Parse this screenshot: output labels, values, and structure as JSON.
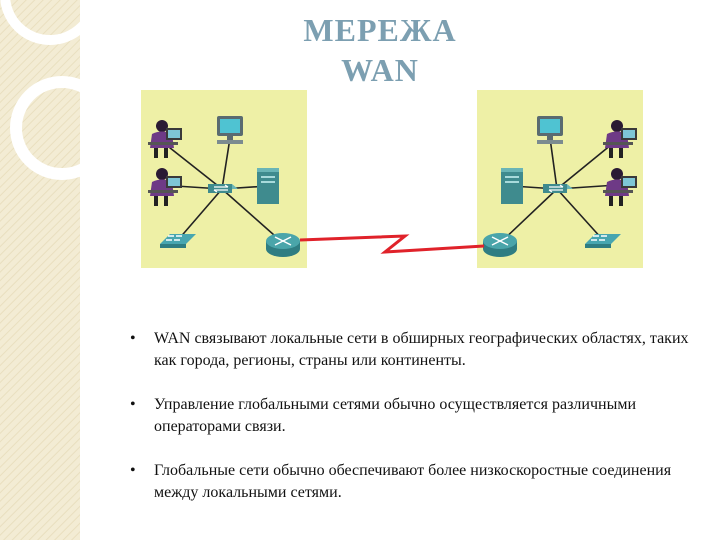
{
  "title": {
    "line1": "МЕРЕЖА",
    "line2": "WAN"
  },
  "bullets": [
    "WAN связывают локальные сети в обширных географических областях, таких как города, регионы, страны или континенты.",
    "Управление глобальными сетями обычно осуществляется различными операторами связи.",
    "Глобальные сети обычно обеспечивают более низкоскоростные соединения между локальными сетями."
  ],
  "colors": {
    "lan_background": "#eef0a6",
    "wan_link": "#e0222a",
    "title": "#7c9fb1",
    "accent_strip": "#f3ecd4"
  },
  "icons": [
    "user-workstation-icon",
    "pc-icon",
    "server-icon",
    "switch-icon",
    "router-icon",
    "ip-phone-icon"
  ]
}
